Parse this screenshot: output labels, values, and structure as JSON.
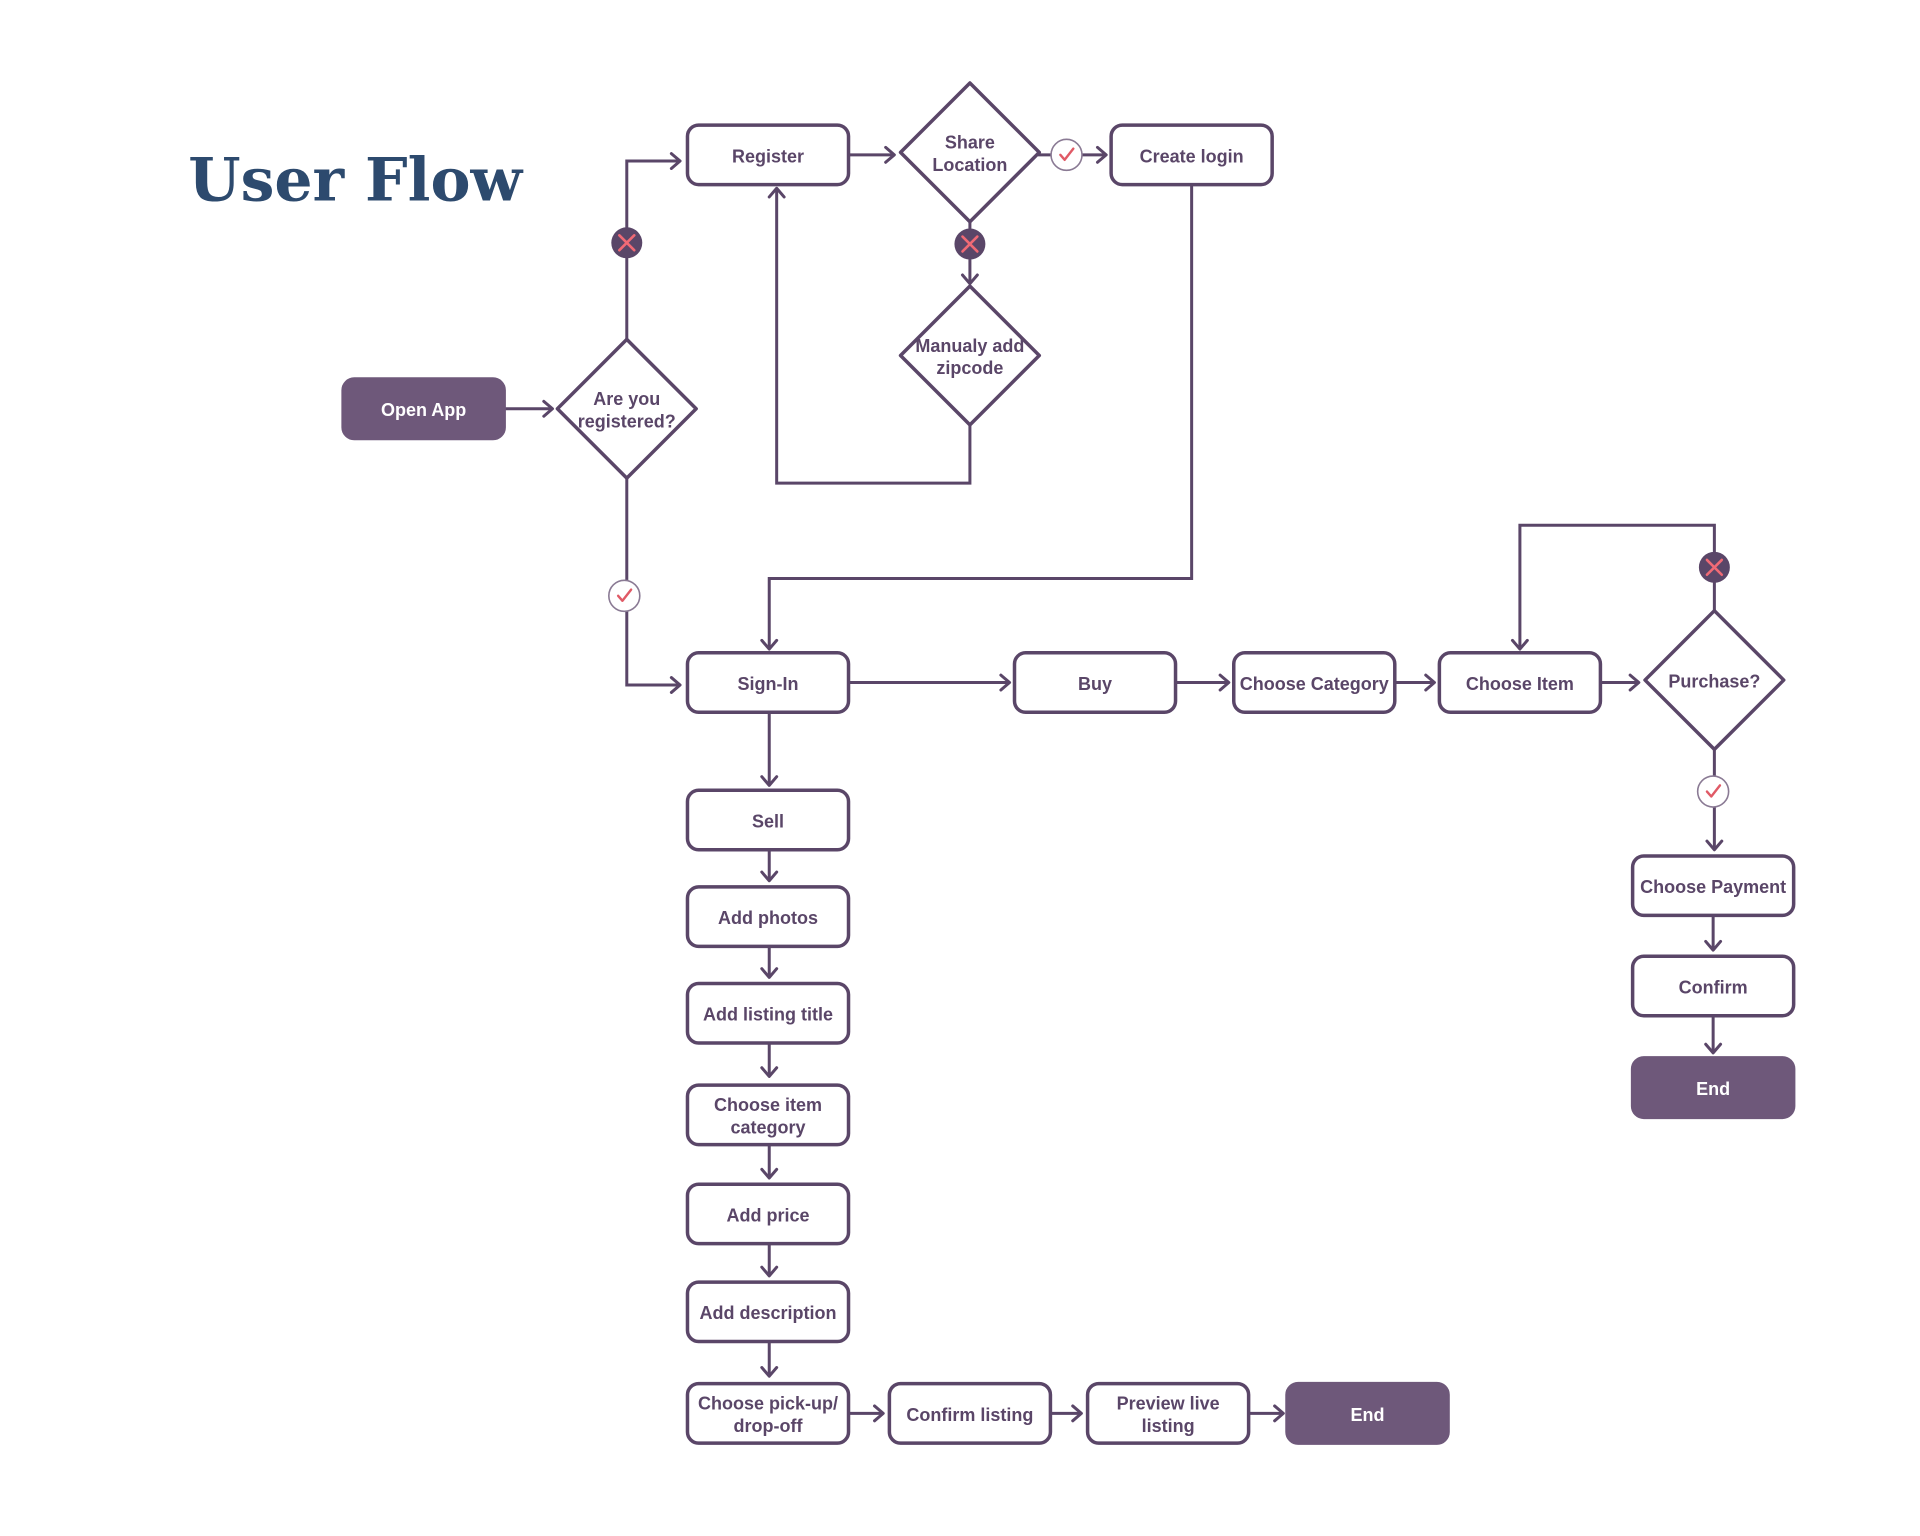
{
  "title": "User Flow",
  "colors": {
    "title": "#2d4a6e",
    "stroke": "#5a4668",
    "filled": "#6e587a",
    "filled_text": "#ffffff",
    "node_text": "#5a4668",
    "check": "#e05a66",
    "cross_bg": "#5a4668",
    "cross": "#f06a75"
  },
  "nodes": {
    "open_app": "Open App",
    "registered": [
      "Are you",
      "registered?"
    ],
    "register": "Register",
    "share_location": [
      "Share",
      "Location"
    ],
    "create_login": "Create login",
    "manual_zip": [
      "Manualy add",
      "zipcode"
    ],
    "sign_in": "Sign-In",
    "buy": "Buy",
    "choose_category": "Choose Category",
    "choose_item": "Choose Item",
    "purchase": "Purchase?",
    "choose_payment": "Choose Payment",
    "confirm": "Confirm",
    "end_buy": "End",
    "sell": "Sell",
    "add_photos": "Add photos",
    "add_listing_title": "Add listing title",
    "choose_item_category": [
      "Choose item",
      "category"
    ],
    "add_price": "Add price",
    "add_description": "Add description",
    "pickup_dropoff": [
      "Choose pick-up/",
      "drop-off"
    ],
    "confirm_listing": "Confirm listing",
    "preview_listing": [
      "Preview live",
      "listing"
    ],
    "end_sell": "End"
  }
}
